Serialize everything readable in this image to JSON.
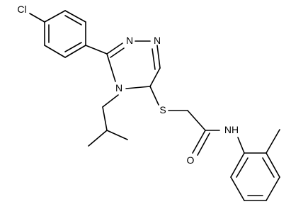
{
  "molecule": {
    "atoms": {
      "cl": "Cl",
      "n_top_right": "N",
      "n_top_left": "N",
      "n_ring": "N",
      "s": "S",
      "o": "O",
      "nh": "NH"
    }
  }
}
